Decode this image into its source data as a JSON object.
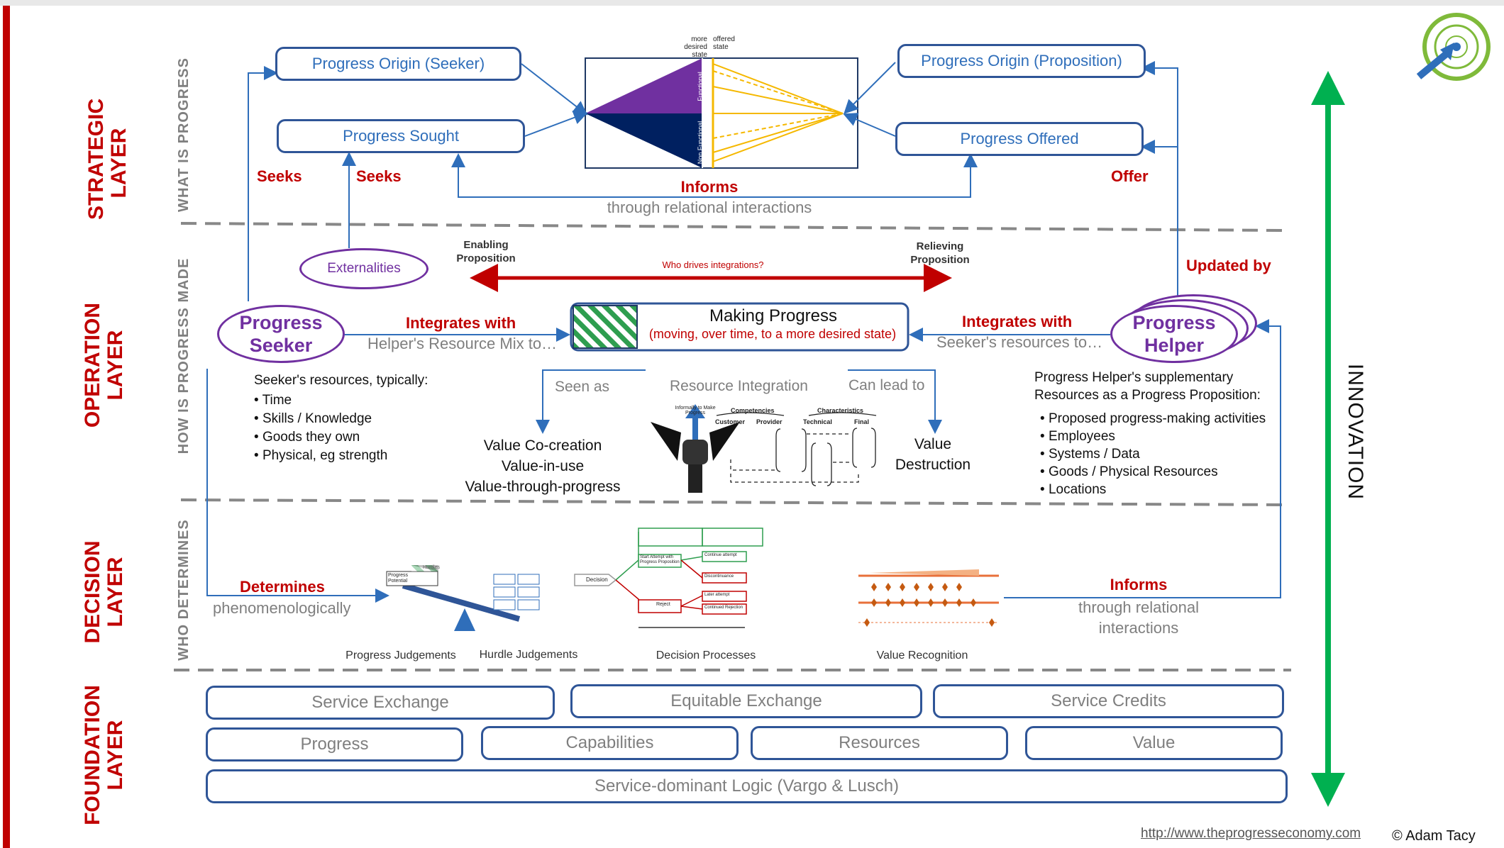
{
  "layers": {
    "strategic": {
      "title": "STRATEGIC LAYER",
      "subtitle": "WHAT IS PROGRESS"
    },
    "operation": {
      "title": "OPERATION LAYER",
      "subtitle": "HOW IS PROGRESS MADE"
    },
    "decision": {
      "title": "DECISION LAYER",
      "subtitle": "WHO DETERMINES"
    },
    "foundation": {
      "title": "FOUNDATION LAYER"
    }
  },
  "strategic": {
    "origin_seeker": "Progress Origin (Seeker)",
    "sought": "Progress Sought",
    "origin_proposition": "Progress Origin (Proposition)",
    "offered": "Progress Offered",
    "seeks_1": "Seeks",
    "seeks_2": "Seeks",
    "offer": "Offer",
    "informs": "Informs",
    "informs_sub": "through relational interactions",
    "chart_more": "more desired state",
    "chart_offered": "offered state",
    "chart_functional": "Functional",
    "chart_non_functional": "Non Functional"
  },
  "operation": {
    "externalities": "Externalities",
    "enabling": "Enabling Proposition",
    "relieving": "Relieving Proposition",
    "who_drives": "Who drives integrations?",
    "updated_by": "Updated by",
    "seeker": "Progress Seeker",
    "helper": "Progress Helper",
    "integrates_left": "Integrates with",
    "integrates_left_sub": "Helper's Resource Mix to…",
    "integrates_right": "Integrates with",
    "integrates_right_sub": "Seeker's resources to…",
    "making_title": "Making Progress",
    "making_sub": "(moving, over time, to a more desired state)",
    "seen_as": "Seen as",
    "resource_integration": "Resource Integration",
    "can_lead_to": "Can lead to",
    "value_cocreation": [
      "Value Co-creation",
      "Value-in-use",
      "Value-through-progress"
    ],
    "value_destruction": [
      "Value",
      "Destruction"
    ],
    "seeker_res_title": "Seeker's resources, typically:",
    "seeker_res": [
      "Time",
      "Skills / Knowledge",
      "Goods they own",
      "Physical, eg strength"
    ],
    "helper_res_title": [
      "Progress Helper's supplementary",
      "Resources as a Progress Proposition:"
    ],
    "helper_res": [
      "Proposed progress-making activities",
      "Employees",
      "Systems / Data",
      "Goods / Physical Resources",
      "Locations"
    ],
    "matrix_competencies": "Competencies",
    "matrix_characteristics": "Characteristics",
    "matrix_customer": "Customer",
    "matrix_provider": "Provider",
    "matrix_technical": "Technical",
    "matrix_final": "Final",
    "zipper_label": "Informally to Make Progress"
  },
  "decision": {
    "determines": "Determines",
    "determines_sub": "phenomenologically",
    "informs": "Informs",
    "informs_sub": [
      "through relational",
      "interactions"
    ],
    "captions": [
      "Progress Judgements",
      "Hurdle Judgements",
      "Decision Processes",
      "Value Recognition"
    ],
    "seesaw_left": "Progress Potential",
    "seesaw_right": "Hurdles",
    "decision_label": "Decision",
    "start_attempt": "Start Attempt with Progress Proposition",
    "reject": "Reject",
    "discontinuance": "Discontinuance",
    "later_attempt": "Later attempt",
    "continued_rejection": "Continued Rejection",
    "continue_attempt": "Continue attempt"
  },
  "foundation": {
    "row1": [
      "Service Exchange",
      "Equitable Exchange",
      "Service Credits"
    ],
    "row2": [
      "Progress",
      "Capabilities",
      "Resources",
      "Value"
    ],
    "row3": "Service-dominant Logic (Vargo & Lusch)"
  },
  "innovation": "INNOVATION",
  "footer": {
    "url": "http://www.theprogresseconomy.com",
    "copyright": "© Adam Tacy"
  },
  "colors": {
    "red": "#c00000",
    "blue": "#2f5597",
    "purple": "#7030a0",
    "green": "#00b050",
    "navy": "#002060"
  }
}
